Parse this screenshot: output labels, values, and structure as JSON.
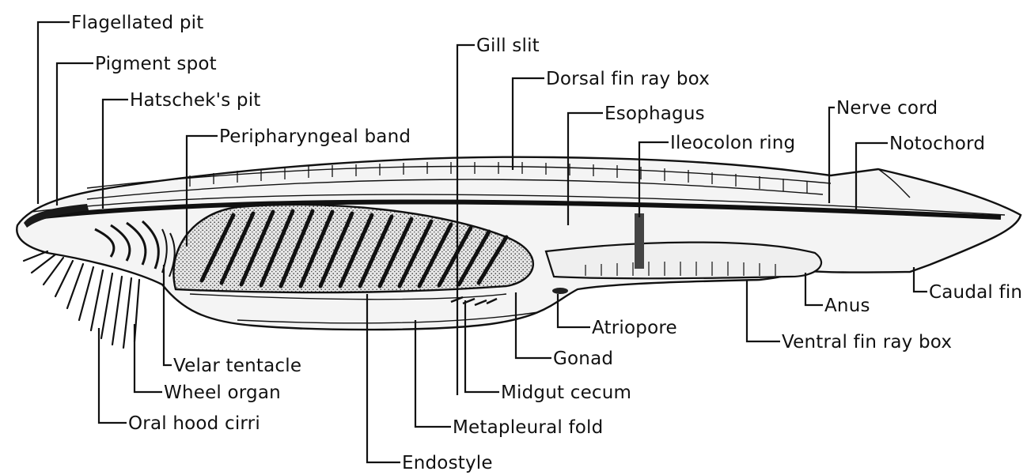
{
  "labels": {
    "flagellated_pit": "Flagellated pit",
    "pigment_spot": "Pigment spot",
    "hatscheks_pit": "Hatschek's pit",
    "peripharyngeal_band": "Peripharyngeal band",
    "gill_slit": "Gill slit",
    "dorsal_fin_ray_box": "Dorsal fin ray box",
    "esophagus": "Esophagus",
    "ileocolon_ring": "Ileocolon ring",
    "nerve_cord": "Nerve cord",
    "notochord": "Notochord",
    "caudal_fin": "Caudal fin",
    "anus": "Anus",
    "atriopore": "Atriopore",
    "ventral_fin_ray_box": "Ventral fin ray box",
    "velar_tentacle": "Velar tentacle",
    "gonad": "Gonad",
    "wheel_organ": "Wheel organ",
    "midgut_cecum": "Midgut cecum",
    "oral_hood_cirri": "Oral hood cirri",
    "metapleural_fold": "Metapleural fold",
    "endostyle": "Endostyle"
  }
}
